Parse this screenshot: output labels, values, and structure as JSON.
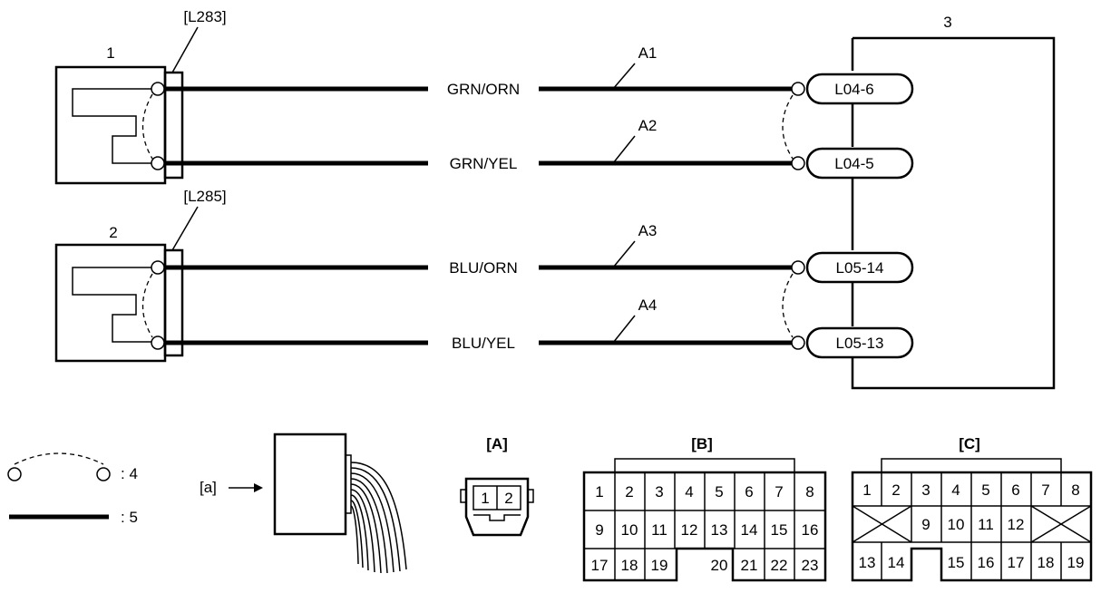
{
  "components": {
    "sensor_1": {
      "number": "1",
      "connector": "[L283]"
    },
    "sensor_2": {
      "number": "2",
      "connector": "[L285]"
    },
    "ecu": {
      "number": "3"
    }
  },
  "wires": [
    {
      "label": "A1",
      "color": "GRN/ORN",
      "terminal": "L04-6"
    },
    {
      "label": "A2",
      "color": "GRN/YEL",
      "terminal": "L04-5"
    },
    {
      "label": "A3",
      "color": "BLU/ORN",
      "terminal": "L05-14"
    },
    {
      "label": "A4",
      "color": "BLU/YEL",
      "terminal": "L05-13"
    }
  ],
  "legend": {
    "twisted_pair": ": 4",
    "wire": ": 5",
    "view_arrow": "[a]"
  },
  "connector_views": {
    "A": {
      "title": "[A]",
      "pins": [
        "1",
        "2"
      ]
    },
    "B": {
      "title": "[B]",
      "rows": [
        [
          "1",
          "2",
          "3",
          "4",
          "5",
          "6",
          "7",
          "8"
        ],
        [
          "9",
          "10",
          "11",
          "12",
          "13",
          "14",
          "15",
          "16"
        ],
        [
          "17",
          "18",
          "19",
          "",
          "",
          "20",
          "21",
          "22",
          "23"
        ]
      ]
    },
    "C": {
      "title": "[C]",
      "rows": [
        [
          "1",
          "2",
          "3",
          "4",
          "5",
          "6",
          "7",
          "8"
        ],
        [
          "9",
          "10",
          "11",
          "12"
        ],
        [
          "13",
          "14",
          "15",
          "16",
          "17",
          "18",
          "19"
        ]
      ]
    }
  }
}
